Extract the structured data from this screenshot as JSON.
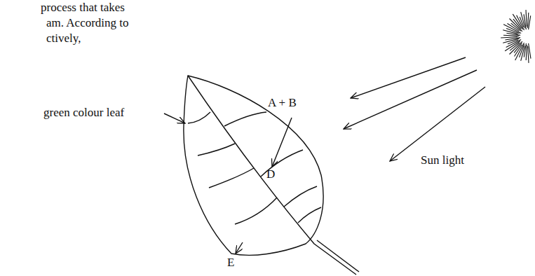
{
  "diagram": {
    "labels": [
      "process that takes",
      "am. According to",
      "ctively,",
      "green colour leaf",
      "A + B",
      "D",
      "E",
      "Sun light"
    ]
  }
}
